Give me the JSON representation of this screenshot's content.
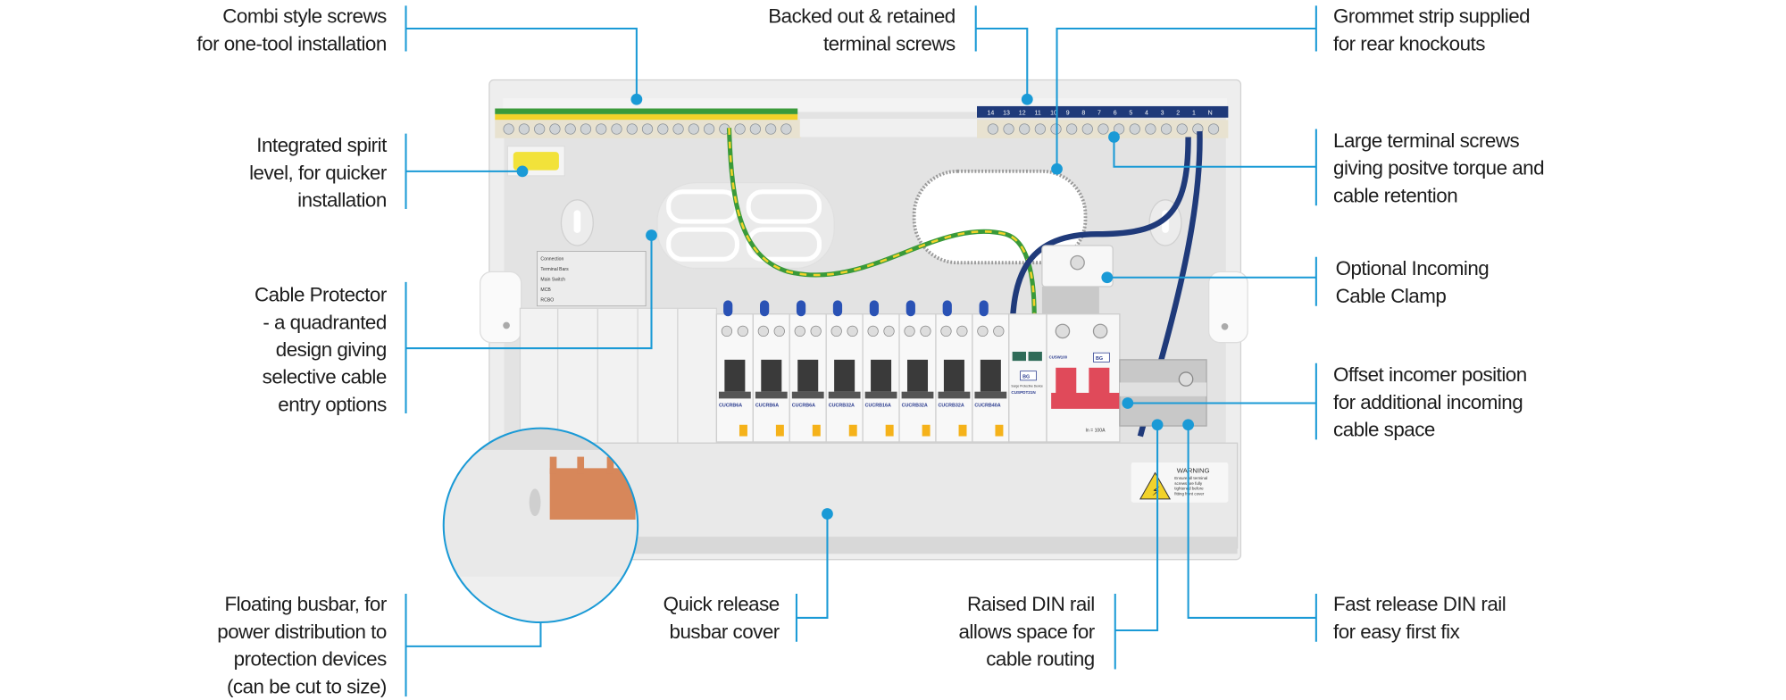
{
  "callouts": {
    "combi": [
      "Combi style screws",
      "for one-tool installation"
    ],
    "backed": [
      "Backed out & retained",
      "terminal screws"
    ],
    "grommet": [
      "Grommet strip supplied",
      "for rear knockouts"
    ],
    "spirit": [
      "Integrated spirit",
      "level, for quicker",
      "installation"
    ],
    "large": [
      "Large terminal screws",
      "giving positve torque and",
      "cable retention"
    ],
    "protector": [
      "Cable Protector",
      "- a quadranted",
      "design giving",
      "selective cable",
      "entry options"
    ],
    "clamp": [
      "Optional Incoming",
      "Cable Clamp"
    ],
    "offset": [
      "Offset incomer position",
      "for additional incoming",
      "cable space"
    ],
    "busbar": [
      "Floating busbar, for",
      "power distribution to",
      "protection devices",
      "(can be cut to size)"
    ],
    "cover": [
      "Quick release",
      "busbar cover"
    ],
    "raised": [
      "Raised DIN rail",
      "allows space for",
      "cable routing"
    ],
    "fast": [
      "Fast release DIN rail",
      "for easy first fix"
    ]
  },
  "neutral_bar_numbers": [
    "14",
    "13",
    "12",
    "11",
    "10",
    "9",
    "8",
    "7",
    "6",
    "5",
    "4",
    "3",
    "2",
    "1",
    "N"
  ],
  "breakers": [
    "CUCRB6A",
    "CUCRB6A",
    "CUCRB6A",
    "CUCRB32A",
    "CUCRB16A",
    "CUCRB32A",
    "CUCRB32A",
    "CUCRB40A"
  ],
  "spd": {
    "brand": "BG",
    "model": "CUSPDT21N",
    "desc": "Surge Protective Device"
  },
  "main_switch": {
    "model": "CUSW100",
    "brand": "BG",
    "rating": "In = 100A"
  },
  "warning": {
    "title": "WARNING",
    "lines": [
      "Ensure all terminal",
      "screws are fully",
      "tightened before",
      "fitting front cover"
    ]
  },
  "sticker": {
    "header": "Connection",
    "rows": [
      "Terminal Bars",
      "Main Switch",
      "MCB",
      "RCBO"
    ]
  },
  "colors": {
    "accent": "#1a9ad6",
    "earth_green": "#3a9a3a",
    "earth_yellow": "#f2d22a",
    "neutral_blue": "#1f3a7a",
    "switch_red": "#e04a5a",
    "copper": "#d7875a"
  }
}
